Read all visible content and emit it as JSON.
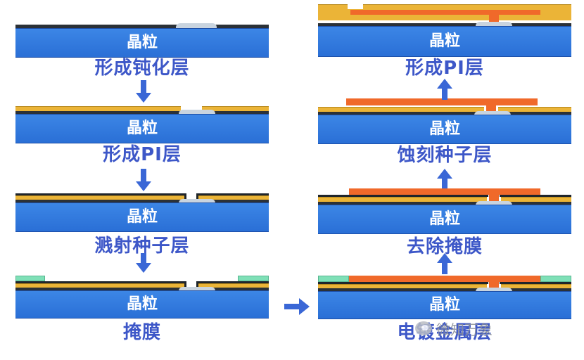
{
  "wafer_label": "晶粒",
  "left_steps": [
    {
      "label": "形成钝化层"
    },
    {
      "label": "形成PI层"
    },
    {
      "label": "溅射种子层"
    },
    {
      "label": "掩膜"
    }
  ],
  "right_steps": [
    {
      "label": "电镀金属层"
    },
    {
      "label": "去除掩膜"
    },
    {
      "label": "蚀刻种子层"
    },
    {
      "label": "形成PI层"
    }
  ],
  "watermark": {
    "text": "微知万象",
    "icon": "wechat-account-icon"
  },
  "colors": {
    "wafer": "#2f78e0",
    "passivation": "#2b3137",
    "pi": "#ebb437",
    "seed": "#1f252b",
    "mask": "#7fe0b7",
    "metal": "#f0692a",
    "label": "#3d57c8",
    "arrow": "#3a67d6"
  }
}
